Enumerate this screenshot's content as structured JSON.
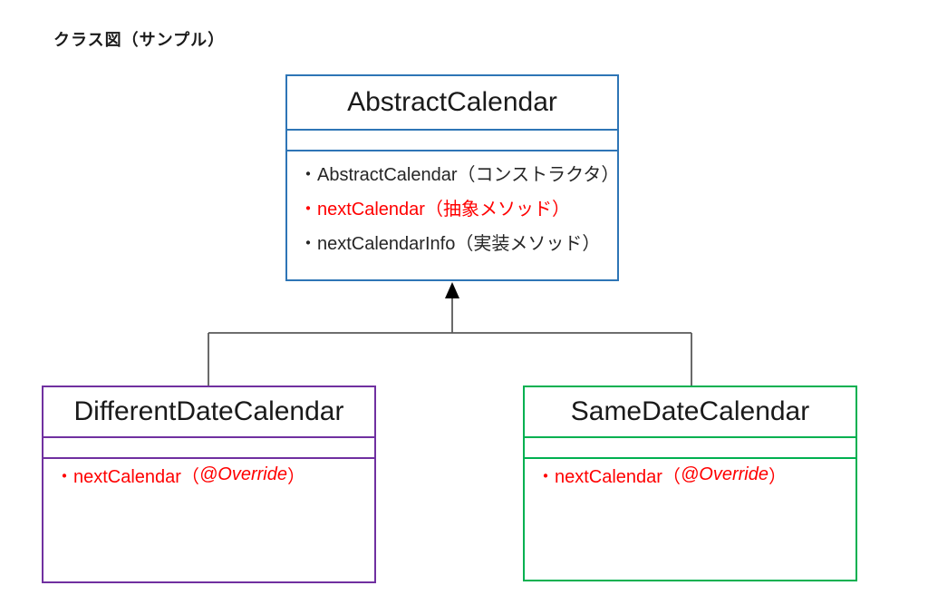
{
  "page": {
    "title": "クラス図（サンプル）"
  },
  "colors": {
    "abstract_border": "#2E75B6",
    "different_border": "#7030A0",
    "same_border": "#00B050",
    "connector_line": "#595959",
    "arrow_fill": "#000000",
    "text_black": "#262626",
    "text_red": "#FF0000"
  },
  "diagram": {
    "parent": {
      "name": "AbstractCalendar",
      "methods": [
        {
          "text": "・AbstractCalendar（コンストラクタ）",
          "color": "black"
        },
        {
          "text": "・nextCalendar（抽象メソッド）",
          "color": "red"
        },
        {
          "text": "・nextCalendarInfo（実装メソッド）",
          "color": "black"
        }
      ]
    },
    "children": [
      {
        "name": "DifferentDateCalendar",
        "method_prefix": "・nextCalendar（",
        "method_italic": "@Override",
        "method_suffix": "）"
      },
      {
        "name": "SameDateCalendar",
        "method_prefix": "・nextCalendar（",
        "method_italic": "@Override",
        "method_suffix": "）"
      }
    ]
  }
}
